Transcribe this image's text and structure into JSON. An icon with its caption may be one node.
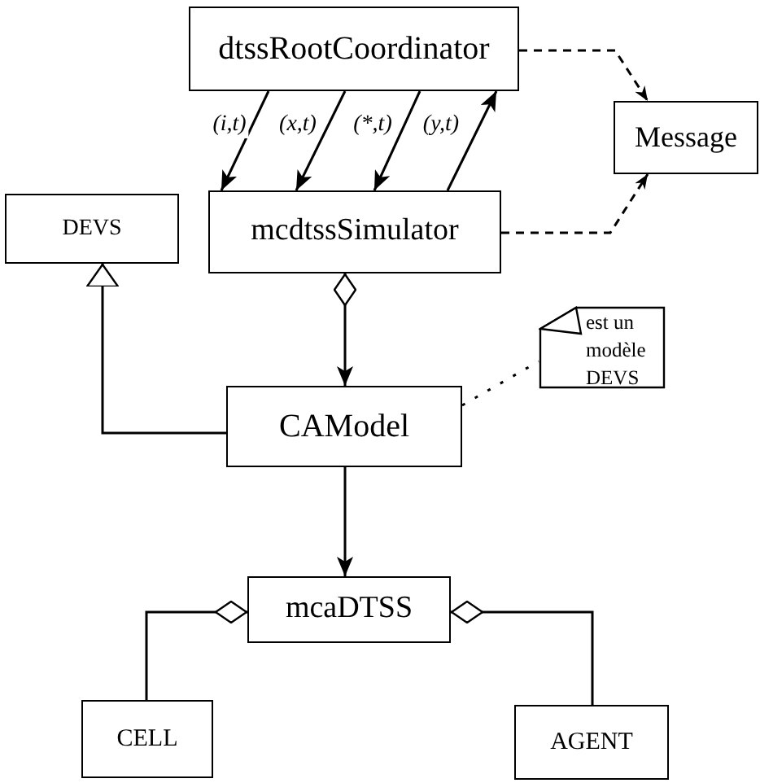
{
  "diagram": {
    "nodes": [
      {
        "text": [
          "dtssRootCoordinator"
        ]
      },
      {
        "text": [
          "Message"
        ]
      },
      {
        "text": [
          "DEVS"
        ]
      },
      {
        "text": [
          "mcdtssSimulator"
        ]
      },
      {
        "text": [
          "CAModel"
        ]
      },
      {
        "text": [
          "est un modèle DEVS"
        ]
      },
      {
        "text": [
          "mcaDTSS"
        ]
      },
      {
        "text": [
          "CELL"
        ]
      },
      {
        "text": [
          "AGENT"
        ]
      }
    ],
    "edges": [
      {
        "from": 0,
        "to": 3,
        "arrow": "to",
        "label": "(i,t)"
      },
      {
        "from": 0,
        "to": 3,
        "arrow": "to",
        "label": "(x,t)"
      },
      {
        "from": 0,
        "to": 3,
        "arrow": "to",
        "label": "(*,t)"
      },
      {
        "from": 3,
        "to": 0,
        "arrow": "to",
        "label": "(y,t)"
      },
      {
        "from": 0,
        "to": 1,
        "arrow": "to",
        "style": "dashed"
      },
      {
        "from": 3,
        "to": 1,
        "arrow": "to",
        "style": "dashed"
      },
      {
        "from": 4,
        "to": 2,
        "arrow": "to"
      },
      {
        "from": 3,
        "to": 4,
        "arrow": "to"
      },
      {
        "from": 4,
        "to": 5,
        "arrow": "none",
        "style": "dashed"
      },
      {
        "from": 4,
        "to": 6,
        "arrow": "to"
      },
      {
        "from": 6,
        "to": 7,
        "arrow": "other"
      },
      {
        "from": 6,
        "to": 8,
        "arrow": "other"
      }
    ]
  }
}
